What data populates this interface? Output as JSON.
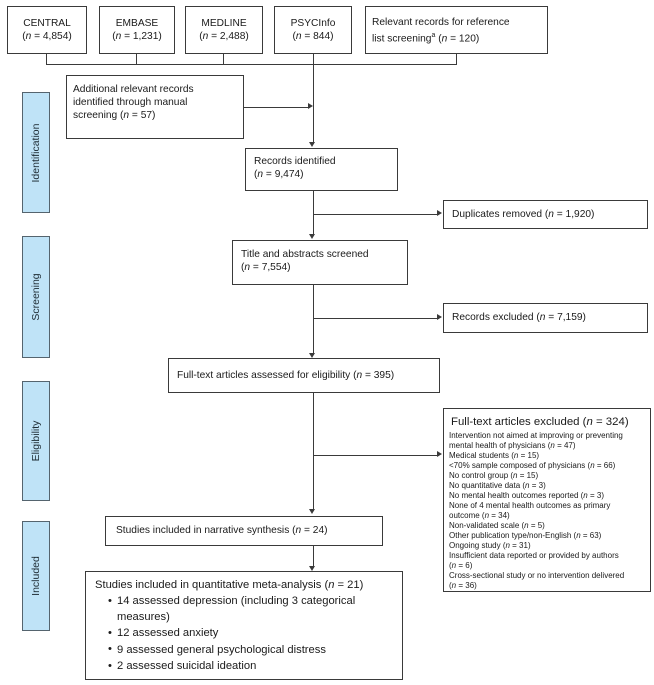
{
  "diagram": {
    "type": "prisma-flow-diagram",
    "stages": [
      {
        "key": "identification",
        "label": "Identification"
      },
      {
        "key": "screening",
        "label": "Screening"
      },
      {
        "key": "eligibility",
        "label": "Eligibility"
      },
      {
        "key": "included",
        "label": "Included"
      }
    ],
    "colors": {
      "stage_fill": "#bfe3f7",
      "stage_border": "#55646e",
      "box_border": "#3a3a3a",
      "box_fill": "#ffffff",
      "text": "#1a1a1a"
    },
    "sources": [
      {
        "name": "CENTRAL",
        "count_label": "(n = 4,854)"
      },
      {
        "name": "EMBASE",
        "count_label": "(n = 1,231)"
      },
      {
        "name": "MEDLINE",
        "count_label": "(n = 2,488)"
      },
      {
        "name": "PSYCInfo",
        "count_label": "(n = 844)"
      }
    ],
    "reference_list_box": {
      "line1": "Relevant records for reference",
      "line2_pre": "list screening",
      "footnote_marker": "a",
      "line2_post": " (n = 120)"
    },
    "manual_box": {
      "line1": "Additional relevant records",
      "line2": "identified through manual",
      "line3": "screening (n = 57)"
    },
    "records_identified": {
      "line1": "Records identified",
      "line2": "(n = 9,474)"
    },
    "duplicates_removed": {
      "text": "Duplicates removed (n = 1,920)"
    },
    "title_abstracts": {
      "line1": "Title and abstracts screened",
      "line2": "(n = 7,554)"
    },
    "records_excluded": {
      "text": "Records excluded (n = 7,159)"
    },
    "fulltext_assessed": {
      "text": "Full-text articles assessed for eligibility (n = 395)"
    },
    "fulltext_excluded": {
      "title": "Full-text articles excluded (n = 324)",
      "reasons": [
        "Intervention not aimed at improving or preventing",
        "mental health of physicians (n = 47)",
        "Medical students (n = 15)",
        "<70% sample composed of physicians (n = 66)",
        "No control group (n = 15)",
        "No quantitative data (n = 3)",
        "No mental health outcomes reported (n = 3)",
        "None of 4 mental health outcomes as primary",
        "outcome (n = 34)",
        "Non-validated scale (n = 5)",
        "Other publication type/non-English (n = 63)",
        "Ongoing study (n = 31)",
        "Insufficient data reported or provided by authors",
        "(n = 6)",
        "Cross-sectional study or no intervention delivered",
        "(n = 36)"
      ]
    },
    "narrative_synthesis": {
      "text": "Studies included in narrative synthesis (n = 24)"
    },
    "meta_analysis": {
      "title": "Studies included in quantitative meta-analysis (n = 21)",
      "bullets": [
        "14 assessed depression (including 3 categorical measures)",
        "12 assessed anxiety",
        "9 assessed general psychological distress",
        "2 assessed suicidal ideation"
      ]
    }
  }
}
